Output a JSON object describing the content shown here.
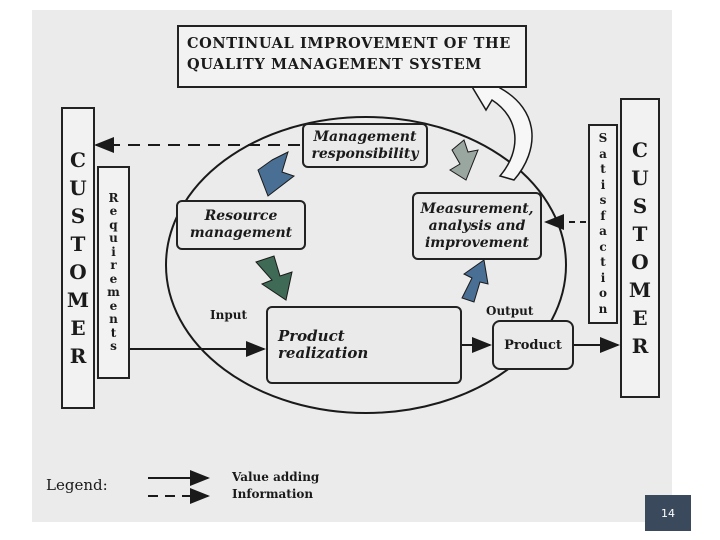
{
  "title": {
    "line1": "CONTINUAL IMPROVEMENT OF THE",
    "line2": "QUALITY MANAGEMENT SYSTEM"
  },
  "customer_left": [
    "C",
    "U",
    "S",
    "T",
    "O",
    "M",
    "E",
    "R"
  ],
  "requirements": [
    "R",
    "e",
    "q",
    "u",
    "i",
    "r",
    "e",
    "m",
    "e",
    "n",
    "t",
    "s"
  ],
  "satisfaction": [
    "S",
    "a",
    "t",
    "i",
    "s",
    "f",
    "a",
    "c",
    "t",
    "i",
    "o",
    "n"
  ],
  "customer_right": [
    "C",
    "U",
    "S",
    "T",
    "O",
    "M",
    "E",
    "R"
  ],
  "processes": {
    "management": [
      "Management",
      "responsibility"
    ],
    "resource": [
      "Resource",
      "management"
    ],
    "measurement": [
      "Measurement,",
      "analysis and",
      "improvement"
    ],
    "product_realization": [
      "Product",
      "realization"
    ]
  },
  "labels": {
    "input": "Input",
    "output": "Output",
    "product": "Product"
  },
  "legend": {
    "title": "Legend:",
    "value_adding": "Value adding",
    "information": "Information"
  },
  "page_number": "14",
  "colors": {
    "arrow_blue": "#4a6f94",
    "arrow_green": "#3f6a55",
    "arrow_grey": "#9aa6a0"
  }
}
